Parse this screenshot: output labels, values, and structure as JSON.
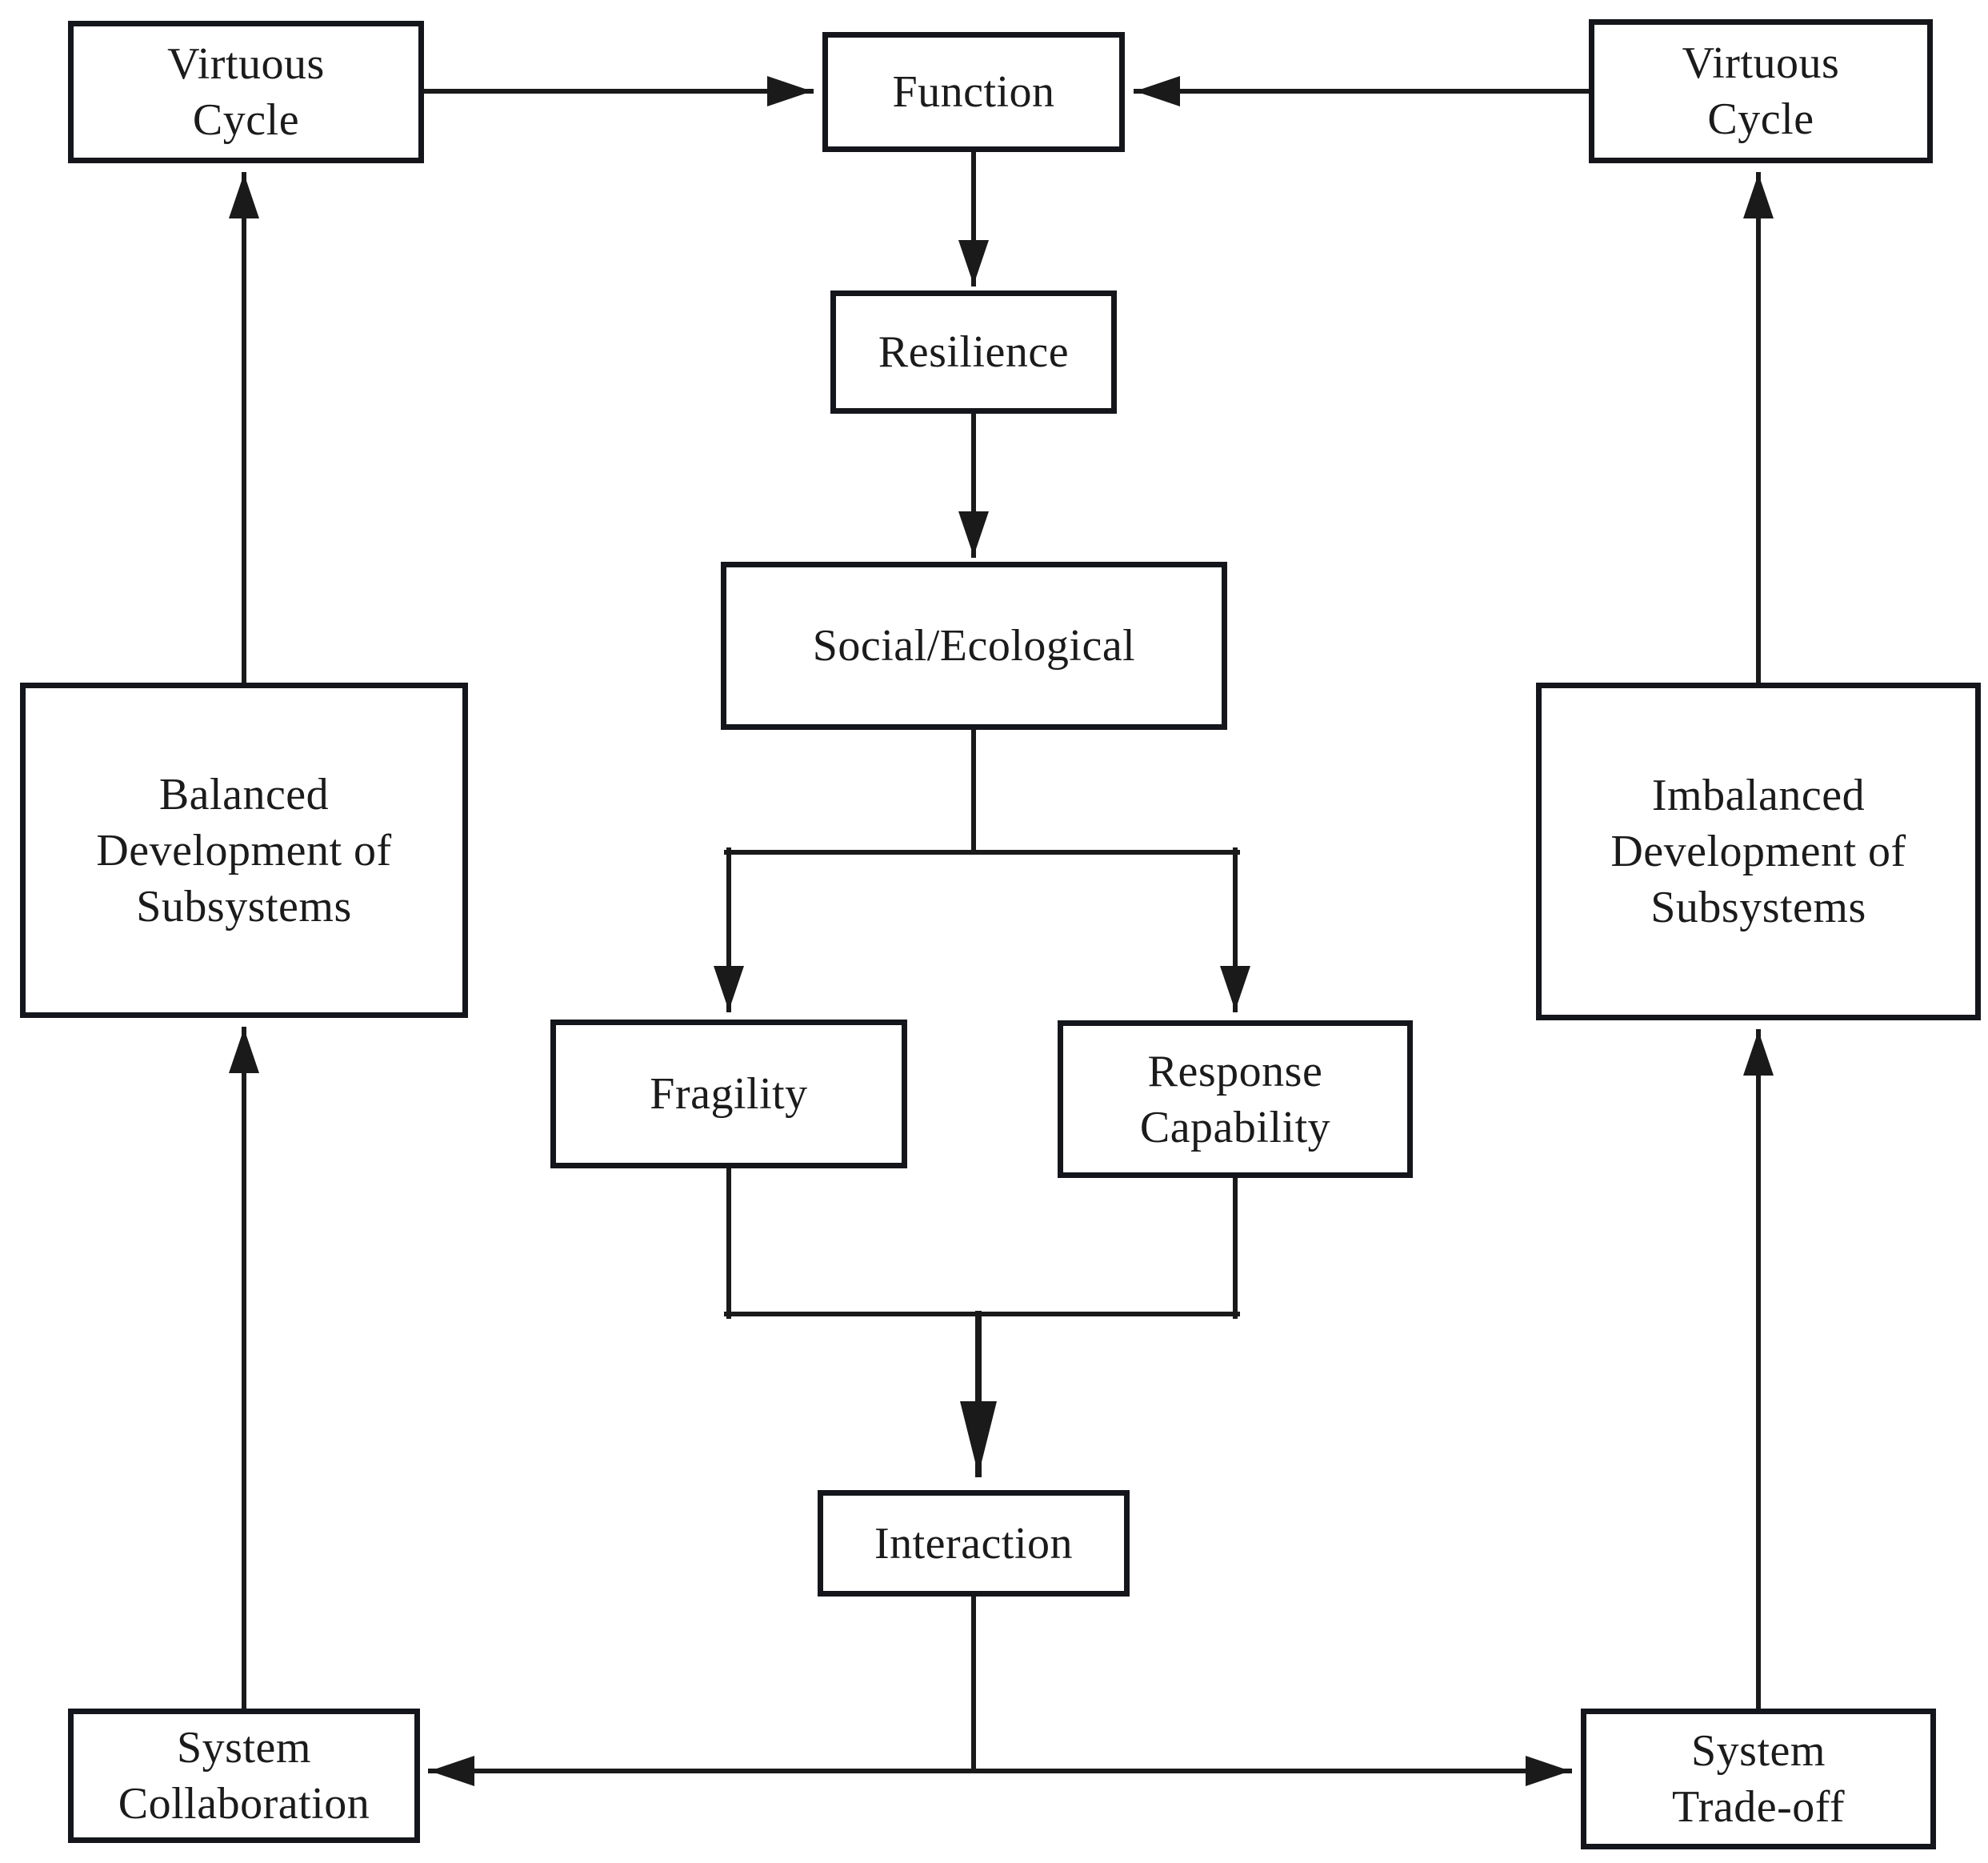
{
  "diagram": {
    "type": "flowchart",
    "nodes": [
      {
        "id": "virtuous-cycle-left",
        "label": "Virtuous\nCycle"
      },
      {
        "id": "function",
        "label": "Function"
      },
      {
        "id": "virtuous-cycle-right",
        "label": "Virtuous\nCycle"
      },
      {
        "id": "resilience",
        "label": "Resilience"
      },
      {
        "id": "social-ecological",
        "label": "Social/Ecological"
      },
      {
        "id": "balanced-development",
        "label": "Balanced\nDevelopment of\nSubsystems"
      },
      {
        "id": "imbalanced-development",
        "label": "Imbalanced\nDevelopment of\nSubsystems"
      },
      {
        "id": "fragility",
        "label": "Fragility"
      },
      {
        "id": "response-capability",
        "label": "Response\nCapability"
      },
      {
        "id": "interaction",
        "label": "Interaction"
      },
      {
        "id": "system-collaboration",
        "label": "System\nCollaboration"
      },
      {
        "id": "system-trade-off",
        "label": "System\nTrade-off"
      }
    ],
    "edges": [
      {
        "from": "virtuous-cycle-left",
        "to": "function"
      },
      {
        "from": "virtuous-cycle-right",
        "to": "function"
      },
      {
        "from": "function",
        "to": "resilience"
      },
      {
        "from": "resilience",
        "to": "social-ecological"
      },
      {
        "from": "social-ecological",
        "to": "fragility"
      },
      {
        "from": "social-ecological",
        "to": "response-capability"
      },
      {
        "from": "fragility",
        "to": "interaction"
      },
      {
        "from": "response-capability",
        "to": "interaction"
      },
      {
        "from": "interaction",
        "to": "system-collaboration"
      },
      {
        "from": "interaction",
        "to": "system-trade-off"
      },
      {
        "from": "system-collaboration",
        "to": "balanced-development"
      },
      {
        "from": "balanced-development",
        "to": "virtuous-cycle-left"
      },
      {
        "from": "system-trade-off",
        "to": "imbalanced-development"
      },
      {
        "from": "imbalanced-development",
        "to": "virtuous-cycle-right"
      }
    ]
  },
  "colors": {
    "background": "#ffffff",
    "line": "#1a1a1a",
    "box_border": "#14161c",
    "text": "#1b1b1b"
  }
}
